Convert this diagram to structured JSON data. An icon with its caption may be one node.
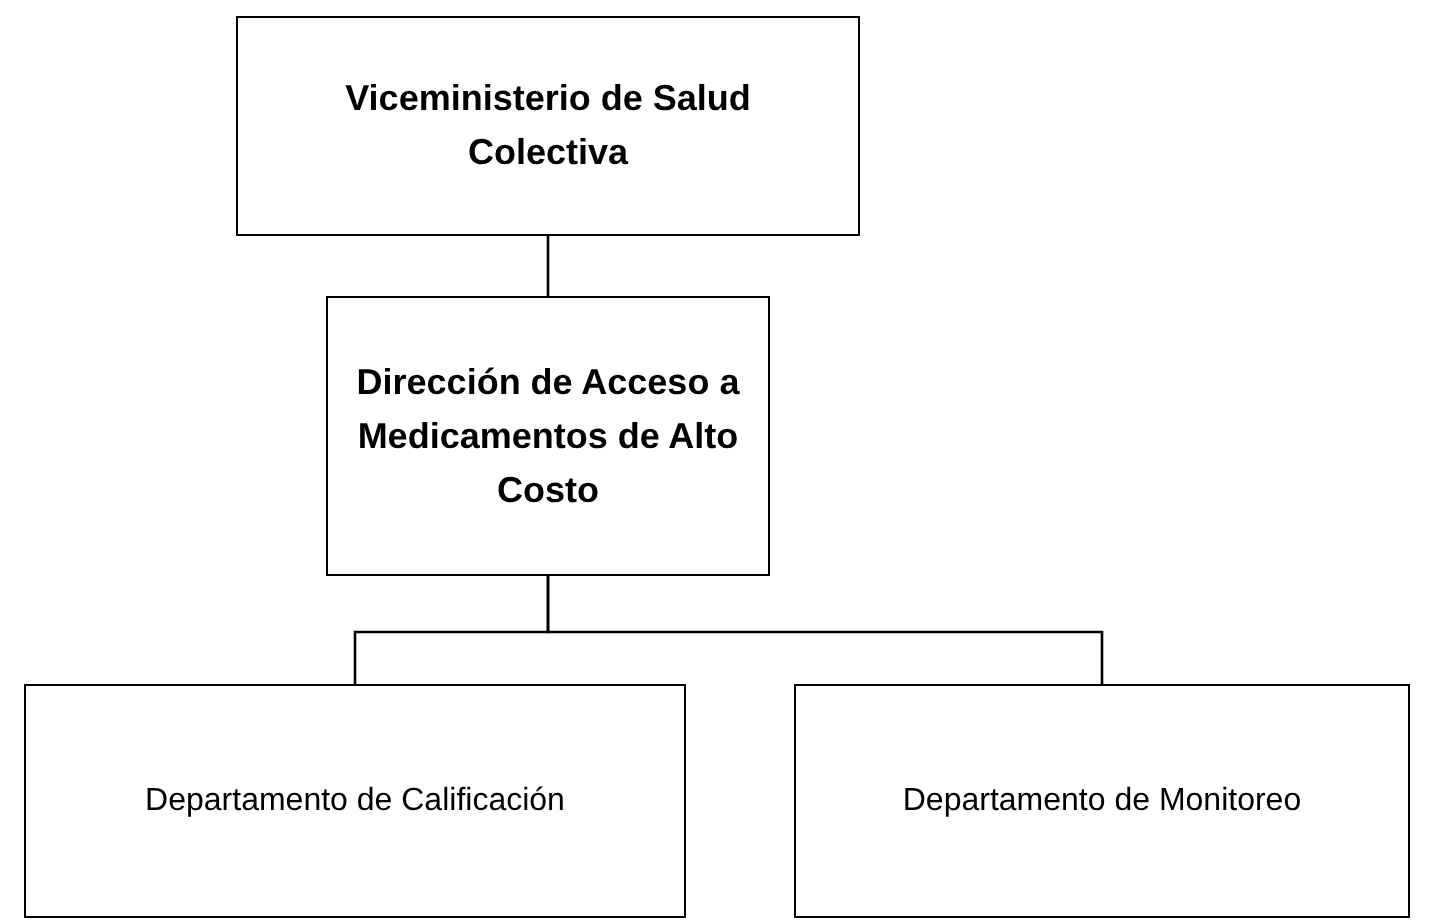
{
  "diagram": {
    "nodes": [
      {
        "text": [
          "Viceministerio de Salud Colectiva"
        ]
      },
      {
        "text": [
          "Dirección de Acceso a Medicamentos de Alto Costo"
        ]
      },
      {
        "text": [
          "Departamento de Calificación"
        ]
      },
      {
        "text": [
          "Departamento de Monitoreo"
        ]
      }
    ],
    "edges": [
      {
        "from": 0,
        "to": 1,
        "arrow": "none"
      },
      {
        "from": 1,
        "to": 2,
        "arrow": "none"
      },
      {
        "from": 1,
        "to": 3,
        "arrow": "none"
      }
    ]
  }
}
